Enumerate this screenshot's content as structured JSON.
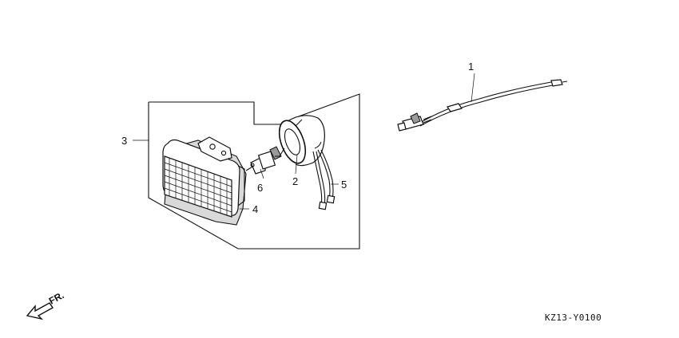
{
  "callouts": {
    "c1": "1",
    "c2": "2",
    "c3": "3",
    "c4": "4",
    "c5": "5",
    "c6": "6"
  },
  "direction": {
    "label": "FR."
  },
  "diagram_code": "KZ13-Y0100"
}
